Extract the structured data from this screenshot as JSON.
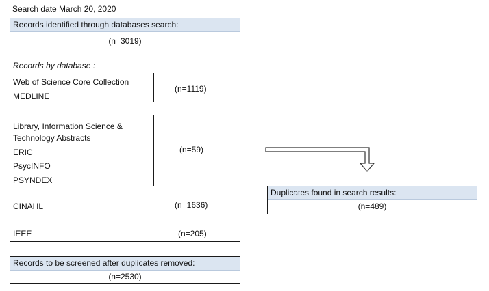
{
  "search_date": "Search date March 20, 2020",
  "identified": {
    "header": "Records identified through databases search:",
    "count": "(n=3019)",
    "subheading": "Records by database :",
    "groups": [
      {
        "databases": [
          "Web of Science Core Collection",
          "MEDLINE"
        ],
        "count": "(n=1119)"
      },
      {
        "databases": [
          "Library, Information Science &",
          "Technology Abstracts",
          "ERIC",
          "PsycINFO",
          "PSYNDEX"
        ],
        "count": "(n=59)"
      },
      {
        "databases": [
          "CINAHL"
        ],
        "count": "(n=1636)"
      },
      {
        "databases": [
          "IEEE"
        ],
        "count": "(n=205)"
      }
    ]
  },
  "duplicates": {
    "header": "Duplicates found in search results:",
    "count": "(n=489)"
  },
  "screened": {
    "header": "Records to be screened after duplicates removed:",
    "count": "(n=2530)"
  }
}
